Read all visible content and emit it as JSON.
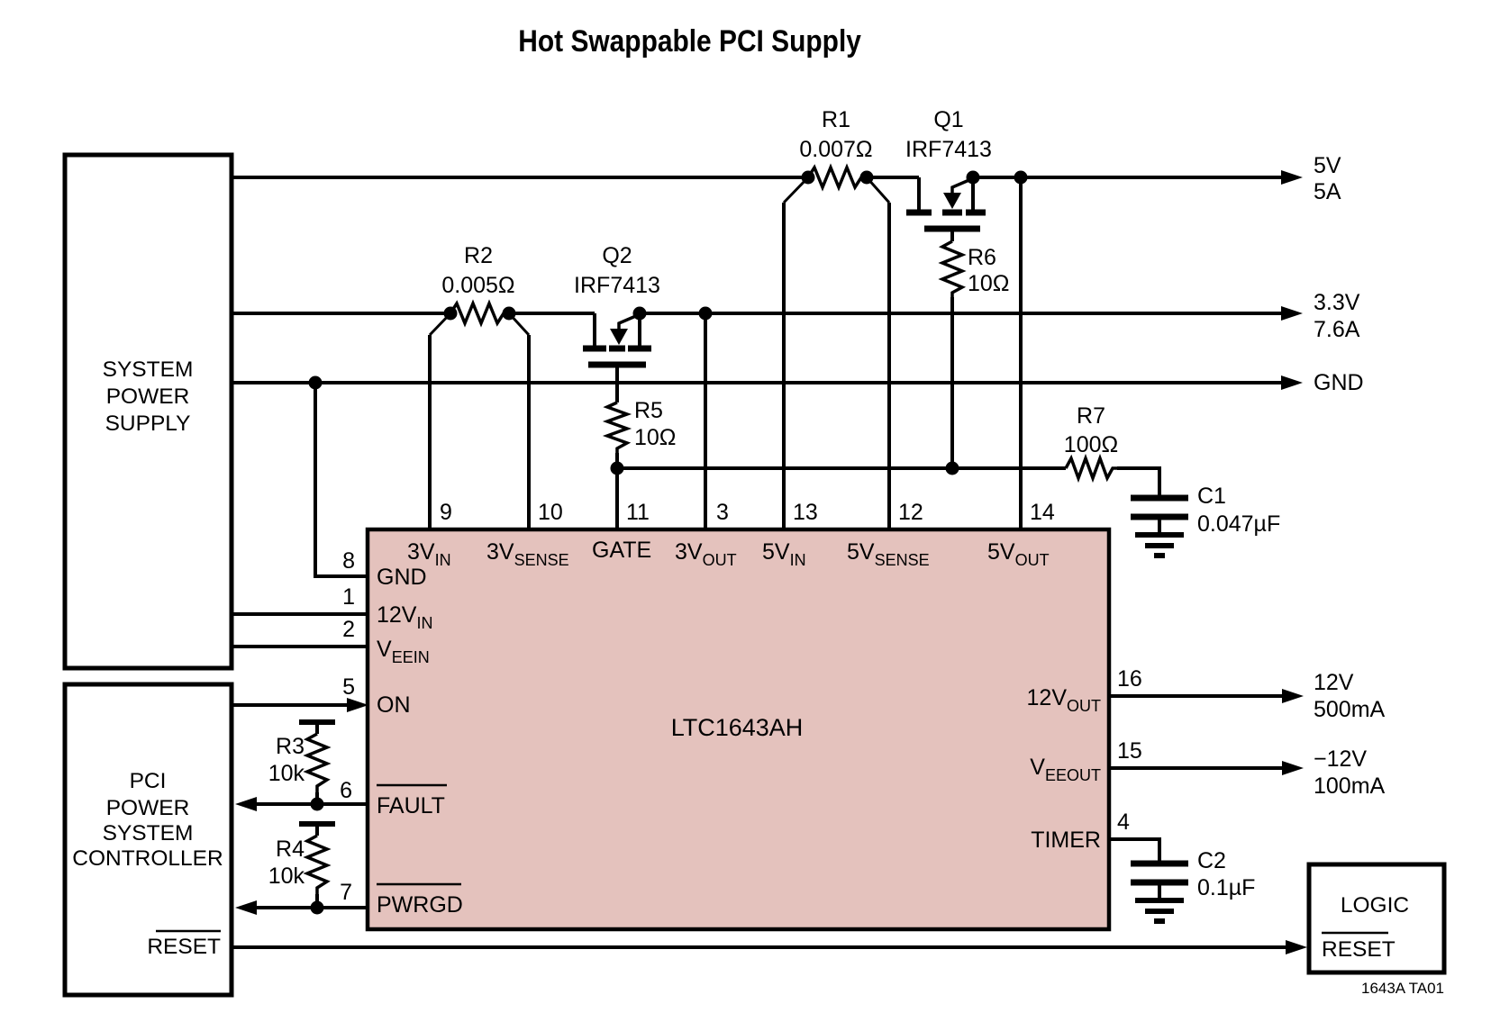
{
  "title": "Hot Swappable PCI Supply",
  "caption": "1643A TA01",
  "colors": {
    "ic_fill": "#e4c2bd",
    "line": "#000000",
    "background": "#ffffff"
  },
  "ic": {
    "name": "LTC1643AH",
    "pins": {
      "p9": {
        "num": "9",
        "pre": "3V",
        "sub": "IN"
      },
      "p10": {
        "num": "10",
        "pre": "3V",
        "sub": "SENSE"
      },
      "p11": {
        "num": "11",
        "pre": "GATE",
        "sub": ""
      },
      "p3": {
        "num": "3",
        "pre": "3V",
        "sub": "OUT"
      },
      "p13": {
        "num": "13",
        "pre": "5V",
        "sub": "IN"
      },
      "p12": {
        "num": "12",
        "pre": "5V",
        "sub": "SENSE"
      },
      "p14": {
        "num": "14",
        "pre": "5V",
        "sub": "OUT"
      },
      "p8": {
        "num": "8",
        "pre": "GND",
        "sub": ""
      },
      "p1": {
        "num": "1",
        "pre": "12V",
        "sub": "IN"
      },
      "p2": {
        "num": "2",
        "pre": "V",
        "sub": "EEIN"
      },
      "p5": {
        "num": "5",
        "pre": "ON",
        "sub": ""
      },
      "p6": {
        "num": "6",
        "pre": "FAULT",
        "sub": ""
      },
      "p7": {
        "num": "7",
        "pre": "PWRGD",
        "sub": ""
      },
      "p16": {
        "num": "16",
        "pre": "12V",
        "sub": "OUT"
      },
      "p15": {
        "num": "15",
        "pre": "V",
        "sub": "EEOUT"
      },
      "p4": {
        "num": "4",
        "pre": "TIMER",
        "sub": ""
      }
    }
  },
  "blocks": {
    "system_power_supply": {
      "lines": [
        "SYSTEM",
        "POWER",
        "SUPPLY"
      ]
    },
    "pci_controller": {
      "lines": [
        "PCI",
        "POWER",
        "SYSTEM",
        "CONTROLLER"
      ],
      "reset": "RESET"
    },
    "logic": {
      "label": "LOGIC",
      "reset": "RESET"
    }
  },
  "components": {
    "r1": {
      "ref": "R1",
      "value": "0.007Ω"
    },
    "r2": {
      "ref": "R2",
      "value": "0.005Ω"
    },
    "r3": {
      "ref": "R3",
      "value": "10k"
    },
    "r4": {
      "ref": "R4",
      "value": "10k"
    },
    "r5": {
      "ref": "R5",
      "value": "10Ω"
    },
    "r6": {
      "ref": "R6",
      "value": "10Ω"
    },
    "r7": {
      "ref": "R7",
      "value": "100Ω"
    },
    "q1": {
      "ref": "Q1",
      "value": "IRF7413"
    },
    "q2": {
      "ref": "Q2",
      "value": "IRF7413"
    },
    "c1": {
      "ref": "C1",
      "value": "0.047µF"
    },
    "c2": {
      "ref": "C2",
      "value": "0.1µF"
    }
  },
  "outputs": {
    "v5": {
      "v": "5V",
      "i": "5A"
    },
    "v3": {
      "v": "3.3V",
      "i": "7.6A"
    },
    "gnd": {
      "v": "GND",
      "i": ""
    },
    "v12": {
      "v": "12V",
      "i": "500mA"
    },
    "vn12": {
      "v": "−12V",
      "i": "100mA"
    }
  }
}
